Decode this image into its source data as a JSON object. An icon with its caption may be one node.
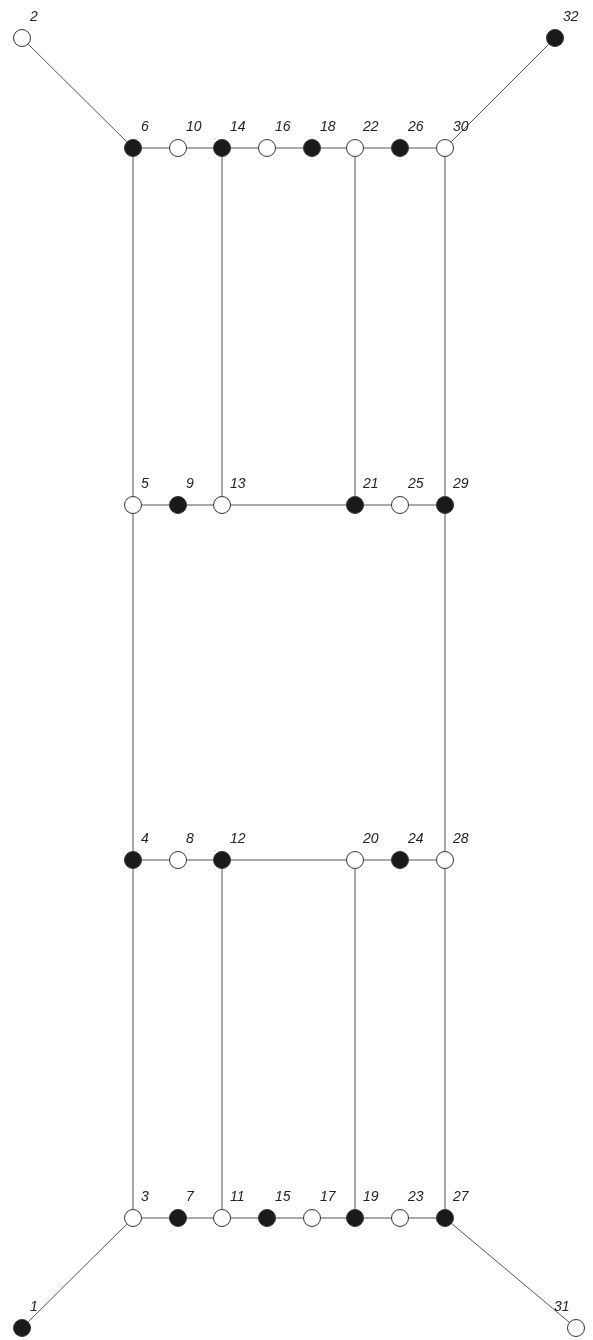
{
  "diagram": {
    "nodes": [
      {
        "text": [],
        "shape": "circle",
        "beside": [
          "2"
        ]
      },
      {
        "text": [],
        "shape": "circle",
        "beside": [
          "32"
        ]
      },
      {
        "text": [],
        "shape": "circle",
        "beside": [
          "6"
        ]
      },
      {
        "text": [],
        "shape": "circle",
        "beside": [
          "10"
        ]
      },
      {
        "text": [],
        "shape": "circle",
        "beside": [
          "14"
        ]
      },
      {
        "text": [],
        "shape": "circle",
        "beside": [
          "16"
        ]
      },
      {
        "text": [],
        "shape": "circle",
        "beside": [
          "18"
        ]
      },
      {
        "text": [],
        "shape": "circle",
        "beside": [
          "22"
        ]
      },
      {
        "text": [],
        "shape": "circle",
        "beside": [
          "26"
        ]
      },
      {
        "text": [],
        "shape": "circle",
        "beside": [
          "30"
        ]
      },
      {
        "text": [],
        "shape": "circle",
        "beside": [
          "5"
        ]
      },
      {
        "text": [],
        "shape": "circle",
        "beside": [
          "9"
        ]
      },
      {
        "text": [],
        "shape": "circle",
        "beside": [
          "13"
        ]
      },
      {
        "text": [],
        "shape": "circle",
        "beside": [
          "21"
        ]
      },
      {
        "text": [],
        "shape": "circle",
        "beside": [
          "25"
        ]
      },
      {
        "text": [],
        "shape": "circle",
        "beside": [
          "29"
        ]
      },
      {
        "text": [],
        "shape": "circle",
        "beside": [
          "4"
        ]
      },
      {
        "text": [],
        "shape": "circle",
        "beside": [
          "8"
        ]
      },
      {
        "text": [],
        "shape": "circle",
        "beside": [
          "12"
        ]
      },
      {
        "text": [],
        "shape": "circle",
        "beside": [
          "20"
        ]
      },
      {
        "text": [],
        "shape": "circle",
        "beside": [
          "24"
        ]
      },
      {
        "text": [],
        "shape": "circle",
        "beside": [
          "28"
        ]
      },
      {
        "text": [],
        "shape": "circle",
        "beside": [
          "3"
        ]
      },
      {
        "text": [],
        "shape": "circle",
        "beside": [
          "7"
        ]
      },
      {
        "text": [],
        "shape": "circle",
        "beside": [
          "11"
        ]
      },
      {
        "text": [],
        "shape": "circle",
        "beside": [
          "15"
        ]
      },
      {
        "text": [],
        "shape": "circle",
        "beside": [
          "17"
        ]
      },
      {
        "text": [],
        "shape": "circle",
        "beside": [
          "19"
        ]
      },
      {
        "text": [],
        "shape": "circle",
        "beside": [
          "23"
        ]
      },
      {
        "text": [],
        "shape": "circle",
        "beside": [
          "27"
        ]
      },
      {
        "text": [],
        "shape": "circle",
        "beside": [
          "1"
        ]
      },
      {
        "text": [],
        "shape": "circle",
        "beside": [
          "31"
        ]
      }
    ],
    "edges": [
      {
        "from": 0,
        "to": 2,
        "arrow": "none"
      },
      {
        "from": 1,
        "to": 9,
        "arrow": "none"
      },
      {
        "from": 2,
        "to": 3,
        "arrow": "none"
      },
      {
        "from": 3,
        "to": 4,
        "arrow": "none"
      },
      {
        "from": 4,
        "to": 5,
        "arrow": "none"
      },
      {
        "from": 5,
        "to": 6,
        "arrow": "none"
      },
      {
        "from": 6,
        "to": 7,
        "arrow": "none"
      },
      {
        "from": 7,
        "to": 8,
        "arrow": "none"
      },
      {
        "from": 8,
        "to": 9,
        "arrow": "none"
      },
      {
        "from": 2,
        "to": 10,
        "arrow": "none"
      },
      {
        "from": 4,
        "to": 12,
        "arrow": "none"
      },
      {
        "from": 7,
        "to": 13,
        "arrow": "none"
      },
      {
        "from": 9,
        "to": 15,
        "arrow": "none"
      },
      {
        "from": 10,
        "to": 11,
        "arrow": "none"
      },
      {
        "from": 11,
        "to": 12,
        "arrow": "none"
      },
      {
        "from": 12,
        "to": 13,
        "arrow": "none"
      },
      {
        "from": 13,
        "to": 14,
        "arrow": "none"
      },
      {
        "from": 14,
        "to": 15,
        "arrow": "none"
      },
      {
        "from": 10,
        "to": 16,
        "arrow": "none"
      },
      {
        "from": 15,
        "to": 21,
        "arrow": "none"
      },
      {
        "from": 16,
        "to": 17,
        "arrow": "none"
      },
      {
        "from": 17,
        "to": 18,
        "arrow": "none"
      },
      {
        "from": 18,
        "to": 19,
        "arrow": "none"
      },
      {
        "from": 19,
        "to": 20,
        "arrow": "none"
      },
      {
        "from": 20,
        "to": 21,
        "arrow": "none"
      },
      {
        "from": 16,
        "to": 22,
        "arrow": "none"
      },
      {
        "from": 18,
        "to": 24,
        "arrow": "none"
      },
      {
        "from": 19,
        "to": 27,
        "arrow": "none"
      },
      {
        "from": 21,
        "to": 29,
        "arrow": "none"
      },
      {
        "from": 22,
        "to": 23,
        "arrow": "none"
      },
      {
        "from": 23,
        "to": 24,
        "arrow": "none"
      },
      {
        "from": 24,
        "to": 25,
        "arrow": "none"
      },
      {
        "from": 25,
        "to": 26,
        "arrow": "none"
      },
      {
        "from": 26,
        "to": 27,
        "arrow": "none"
      },
      {
        "from": 27,
        "to": 28,
        "arrow": "none"
      },
      {
        "from": 28,
        "to": 29,
        "arrow": "none"
      },
      {
        "from": 22,
        "to": 30,
        "arrow": "none"
      },
      {
        "from": 29,
        "to": 31,
        "arrow": "none"
      }
    ]
  }
}
